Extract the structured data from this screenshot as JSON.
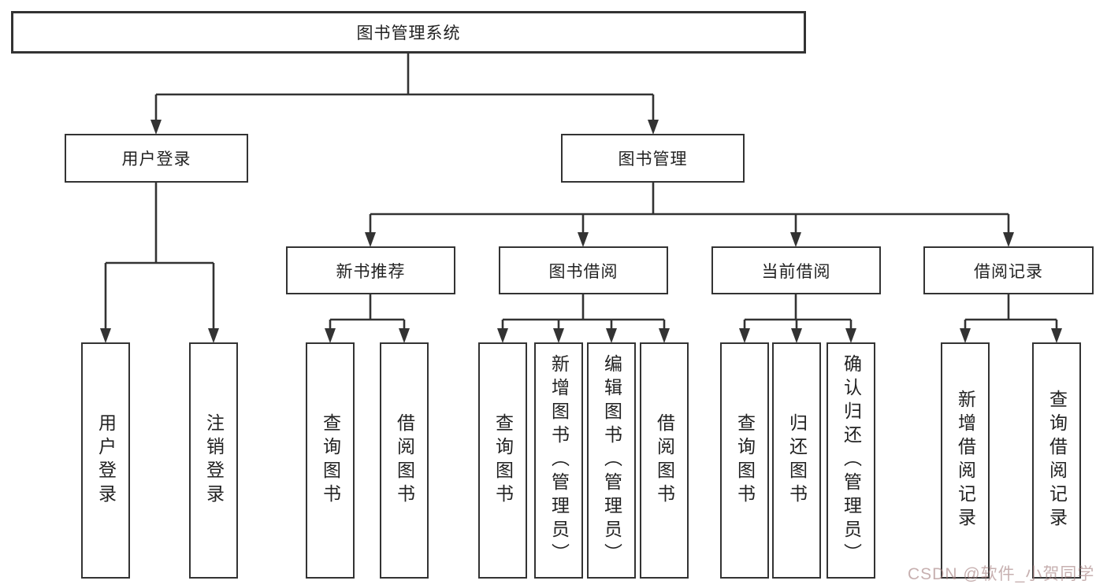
{
  "nodes": {
    "root": "图书管理系统",
    "level1": [
      {
        "label": "用户登录"
      },
      {
        "label": "图书管理"
      }
    ],
    "level2": [
      {
        "label": "新书推荐"
      },
      {
        "label": "图书借阅"
      },
      {
        "label": "当前借阅"
      },
      {
        "label": "借阅记录"
      }
    ],
    "leaves": [
      {
        "label": "用户登录"
      },
      {
        "label": "注销登录"
      },
      {
        "label": "查询图书"
      },
      {
        "label": "借阅图书"
      },
      {
        "label": "查询图书"
      },
      {
        "label": "新增图书（管理员）"
      },
      {
        "label": "编辑图书（管理员）"
      },
      {
        "label": "借阅图书"
      },
      {
        "label": "查询图书"
      },
      {
        "label": "归还图书"
      },
      {
        "label": "确认归还（管理员）"
      },
      {
        "label": "新增借阅记录"
      },
      {
        "label": "查询借阅记录"
      }
    ]
  },
  "watermark": "CSDN @软件_小贺同学",
  "colors": {
    "line": "#333333",
    "text": "#222222",
    "background": "#ffffff",
    "watermark": "#a48080"
  }
}
